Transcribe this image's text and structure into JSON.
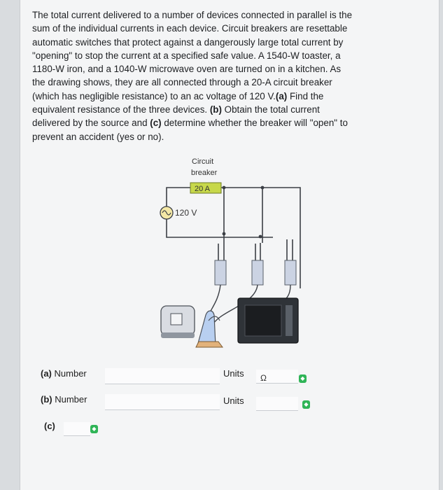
{
  "problem": {
    "lines": [
      "The total current delivered to a number of devices connected in parallel is the",
      "sum of the individual currents in each device. Circuit breakers are resettable",
      "automatic switches that protect against a dangerously large total current by",
      "\"opening\" to stop the current at a specified safe value. A 1540-W toaster, a",
      "1180-W iron, and a 1040-W microwave oven are turned on in a kitchen. As",
      "the drawing shows, they are all connected through a 20-A circuit breaker",
      "(which has negligible resistance) to an ac voltage of 120 V."
    ],
    "part_a_tag": "(a)",
    "part_a_text": " Find the",
    "line8": "equivalent resistance of the three devices. ",
    "part_b_tag": "(b)",
    "part_b_text": " Obtain the total current",
    "line9_a": "delivered by the source and ",
    "part_c_tag": "(c)",
    "line9_b": " determine whether the breaker will \"open\" to",
    "line10": "prevent an accident (yes or no)."
  },
  "diagram": {
    "breaker_label_1": "Circuit",
    "breaker_label_2": "breaker",
    "breaker_rating": "20 A",
    "voltage_label": "120 V"
  },
  "answers": {
    "a_tag": "(a)",
    "a_label": "Number",
    "a_units_label": "Units",
    "a_units_value": "Ω",
    "b_tag": "(b)",
    "b_label": "Number",
    "b_units_label": "Units",
    "b_units_value": "",
    "c_tag": "(c)"
  },
  "colors": {
    "stepper": "#2fb457",
    "breaker": "#c7d84a"
  },
  "icons": [
    "toaster-icon",
    "iron-icon",
    "microwave-icon",
    "ac-source-icon",
    "stepper-icon"
  ]
}
